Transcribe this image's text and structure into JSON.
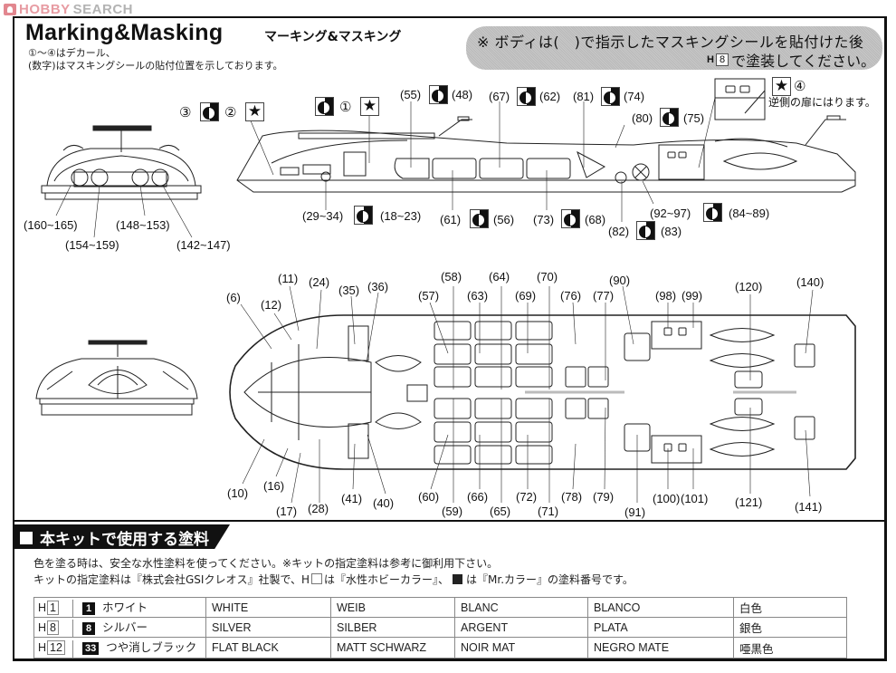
{
  "watermark": {
    "hobby": "HOBBY",
    "search": "SEARCH"
  },
  "header": {
    "title": "Marking&Masking",
    "title_jp": "マーキング&マスキング",
    "intro_line1": "①～④はデカール、",
    "intro_line2": "(数字)はマスキングシールの貼付位置を示しております。"
  },
  "notice": {
    "line1": "※ ボディは(　)で指示したマスキングシールを貼付けた後",
    "h_label": "H",
    "h_number": "8",
    "line2": "で塗装してください。"
  },
  "side_view": {
    "decals": [
      {
        "id": "3",
        "symbol": "③"
      },
      {
        "id": "2",
        "symbol": "②"
      },
      {
        "id": "1",
        "symbol": "①"
      },
      {
        "id": "4",
        "symbol": "④",
        "note": "逆側の扉にはります。"
      }
    ],
    "labels": {
      "l55": "(55)",
      "l48": "(48)",
      "l67": "(67)",
      "l62": "(62)",
      "l81": "(81)",
      "l74": "(74)",
      "l80": "(80)",
      "l75": "(75)",
      "l29_34": "(29~34)",
      "l18_23": "(18~23)",
      "l61": "(61)",
      "l56": "(56)",
      "l73": "(73)",
      "l68": "(68)",
      "l82": "(82)",
      "l83": "(83)",
      "l92_97": "(92~97)",
      "l84_89": "(84~89)"
    }
  },
  "front_view": {
    "labels": {
      "l160_165": "(160~165)",
      "l154_159": "(154~159)",
      "l148_153": "(148~153)",
      "l142_147": "(142~147)"
    }
  },
  "top_view": {
    "top_labels": [
      "(6)",
      "(12)",
      "(11)",
      "(24)",
      "(35)",
      "(36)",
      "(57)",
      "(58)",
      "(63)",
      "(64)",
      "(69)",
      "(70)",
      "(76)",
      "(77)",
      "(90)",
      "(98)",
      "(99)",
      "(120)",
      "(140)"
    ],
    "bottom_labels": [
      "(10)",
      "(16)",
      "(17)",
      "(28)",
      "(41)",
      "(40)",
      "(60)",
      "(59)",
      "(66)",
      "(65)",
      "(72)",
      "(71)",
      "(78)",
      "(79)",
      "(91)",
      "(100)",
      "(101)",
      "(121)",
      "(141)"
    ],
    "t": {
      "l6": "(6)",
      "l12": "(12)",
      "l11": "(11)",
      "l24": "(24)",
      "l35": "(35)",
      "l36": "(36)",
      "l57": "(57)",
      "l58": "(58)",
      "l63": "(63)",
      "l64": "(64)",
      "l69": "(69)",
      "l70": "(70)",
      "l76": "(76)",
      "l77": "(77)",
      "l90": "(90)",
      "l98": "(98)",
      "l99": "(99)",
      "l120": "(120)",
      "l140": "(140)"
    },
    "b": {
      "l10": "(10)",
      "l16": "(16)",
      "l17": "(17)",
      "l28": "(28)",
      "l41": "(41)",
      "l40": "(40)",
      "l60": "(60)",
      "l59": "(59)",
      "l66": "(66)",
      "l65": "(65)",
      "l72": "(72)",
      "l71": "(71)",
      "l78": "(78)",
      "l79": "(79)",
      "l91": "(91)",
      "l100": "(100)",
      "l101": "(101)",
      "l121": "(121)",
      "l141": "(141)"
    }
  },
  "paint_section": {
    "heading": "本キットで使用する塗料",
    "note_line1": "色を塗る時は、安全な水性塗料を使ってください。※キットの指定塗料は参考に御利用下さい。",
    "note_line2_a": "キットの指定塗料は『株式会社GSIクレオス』社製で、H",
    "note_line2_b": "は『水性ホビーカラー』、",
    "note_line2_c": "は『Mr.カラー』の塗料番号です。",
    "rows": [
      {
        "h": "1",
        "mr": "1",
        "jp": "ホワイト",
        "en": "WHITE",
        "de": "WEIB",
        "fr": "BLANC",
        "es": "BLANCO",
        "kanji": "白色"
      },
      {
        "h": "8",
        "mr": "8",
        "jp": "シルバー",
        "en": "SILVER",
        "de": "SILBER",
        "fr": "ARGENT",
        "es": "PLATA",
        "kanji": "銀色"
      },
      {
        "h": "12",
        "mr": "33",
        "jp": "つや消しブラック",
        "en": "FLAT BLACK",
        "de": "MATT SCHWARZ",
        "fr": "NOIR MAT",
        "es": "NEGRO MATE",
        "kanji": "唖黒色"
      }
    ],
    "h_prefix": "H"
  },
  "colors": {
    "frame": "#111111",
    "notice_bg": "#c0c0c0",
    "line_art": "#222222"
  }
}
